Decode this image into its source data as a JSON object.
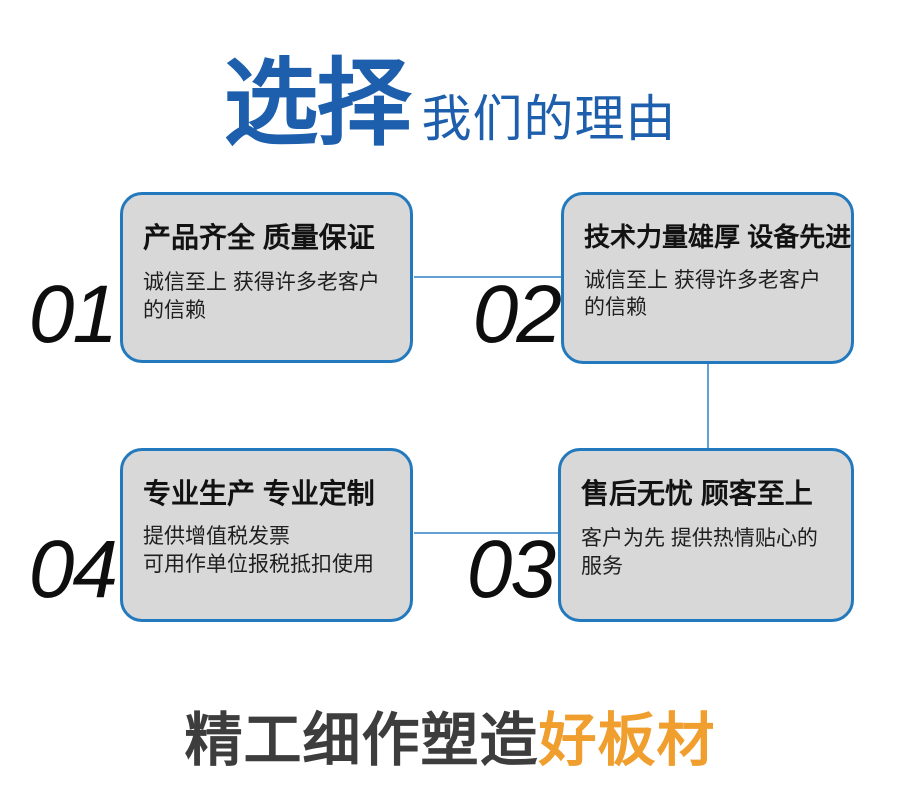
{
  "header": {
    "title_main": "选择",
    "title_rest": "我们的理由"
  },
  "reasons": [
    {
      "number": "01",
      "title": "产品齐全 质量保证",
      "description": "诚信至上 获得许多老客户\n的信赖"
    },
    {
      "number": "02",
      "title": "技术力量雄厚 设备先进",
      "description": "诚信至上 获得许多老客户\n的信赖"
    },
    {
      "number": "03",
      "title": "售后无忧 顾客至上",
      "description": "客户为先 提供热情贴心的\n服务"
    },
    {
      "number": "04",
      "title": "专业生产 专业定制",
      "description": "提供增值税发票\n可用作单位报税抵扣使用"
    }
  ],
  "footer": {
    "slogan_dark": "精工细作塑造",
    "slogan_accent": "好板材"
  },
  "colors": {
    "title_blue": "#1d5fad",
    "card_border_blue": "#2379bd",
    "card_fill_gray": "#d8d8d8",
    "connector_blue": "#63a0d4",
    "number_black": "#0e0e0e",
    "slogan_dark": "#3d3d3d",
    "slogan_accent_orange": "#f09e2e",
    "background": "#ffffff"
  }
}
